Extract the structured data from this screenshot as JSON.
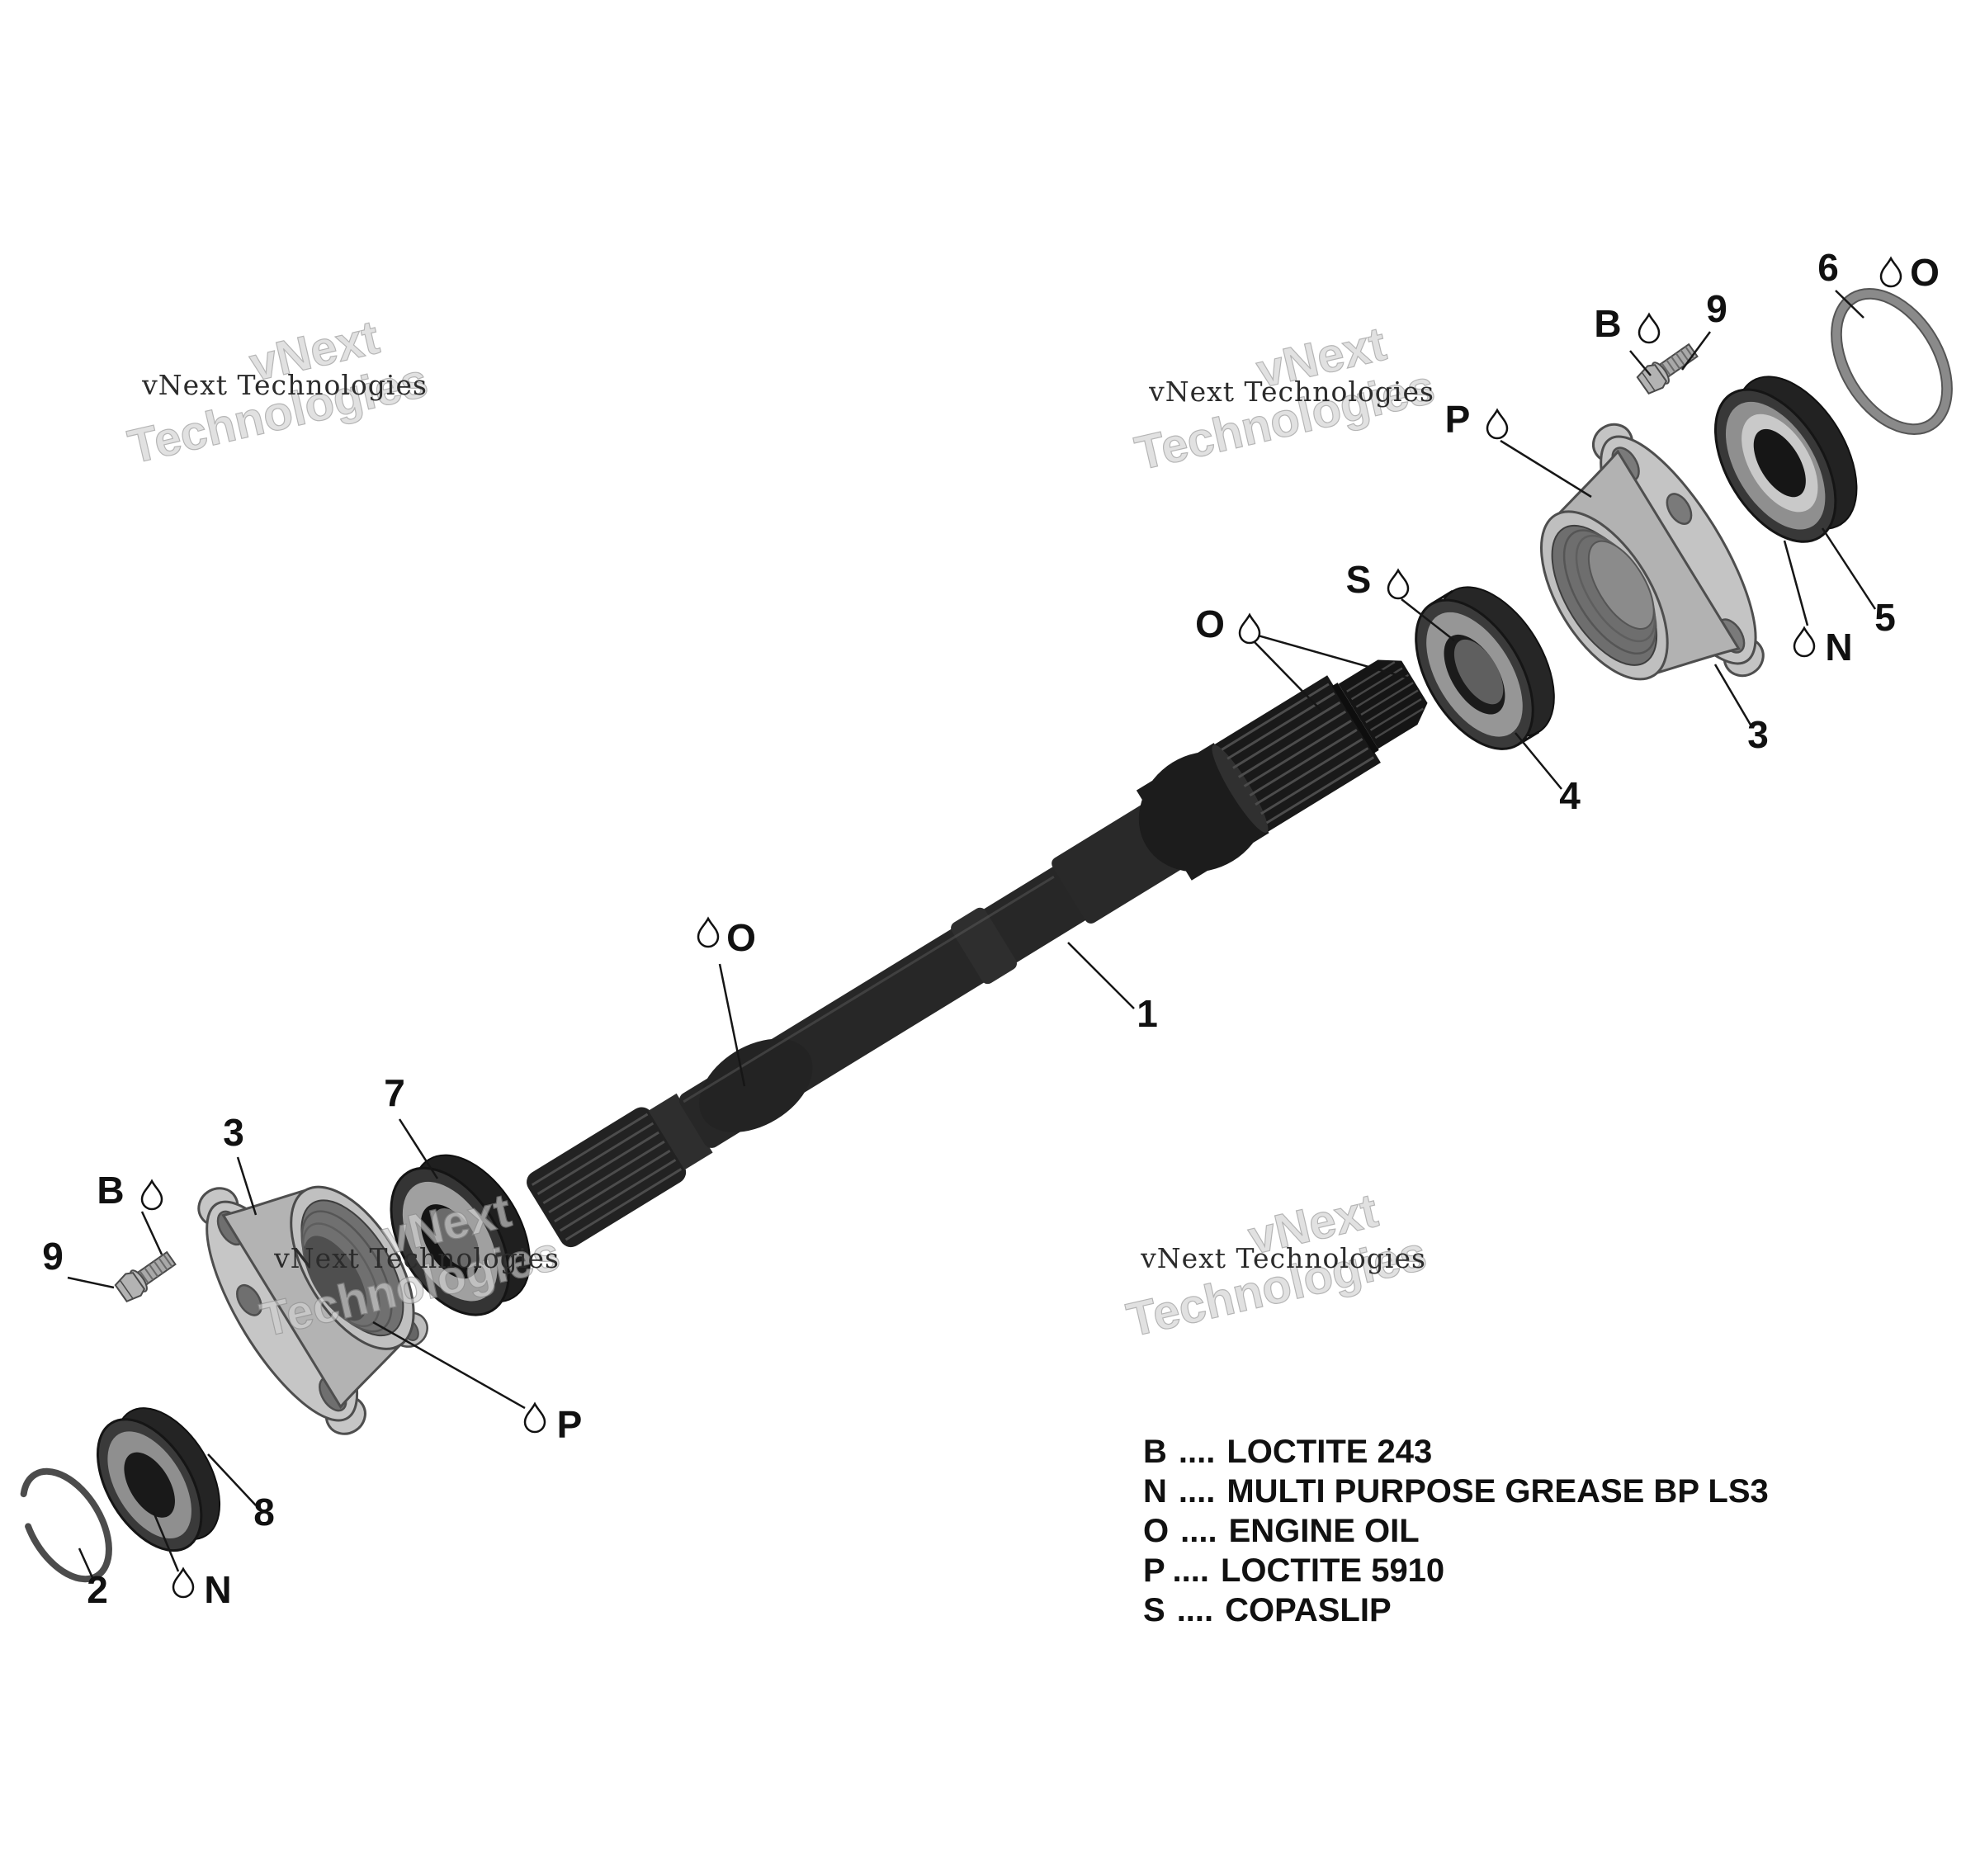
{
  "watermark": {
    "text": "vNext Technologies",
    "word1": "vNext",
    "word2": "Technologies"
  },
  "callouts": {
    "upper": {
      "b": "B",
      "nine": "9",
      "six": "6",
      "o_ring": "O",
      "p": "P",
      "five": "5",
      "n": "N",
      "three": "3",
      "s": "S",
      "o_spline": "O",
      "four": "4"
    },
    "center": {
      "o": "O",
      "one": "1"
    },
    "lower": {
      "seven": "7",
      "three": "3",
      "b": "B",
      "nine": "9",
      "p": "P",
      "eight": "8",
      "two": "2",
      "n": "N"
    }
  },
  "legend": {
    "separator": "....",
    "items": [
      {
        "key": "B",
        "value": "LOCTITE 243"
      },
      {
        "key": "N",
        "value": "MULTI PURPOSE GREASE BP LS3"
      },
      {
        "key": "O",
        "value": "ENGINE OIL"
      },
      {
        "key": "P",
        "value": "LOCTITE 5910"
      },
      {
        "key": "S",
        "value": "COPASLIP"
      }
    ]
  }
}
